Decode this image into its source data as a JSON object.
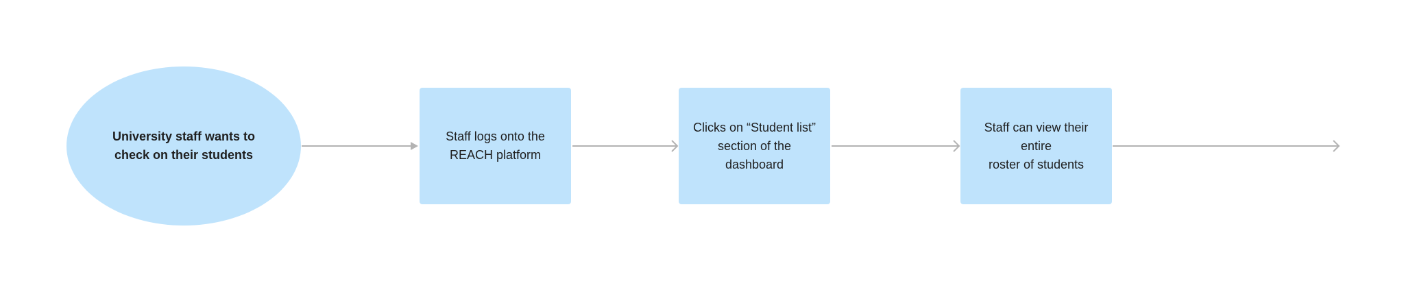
{
  "diagram": {
    "nodes": [
      {
        "id": "start",
        "shape": "ellipse",
        "label": "University staff wants to check on their students"
      },
      {
        "id": "login",
        "shape": "rectangle",
        "label": "Staff logs onto the REACH platform"
      },
      {
        "id": "student-list",
        "shape": "rectangle",
        "label": "Clicks on “Student list” section of the dashboard"
      },
      {
        "id": "roster",
        "shape": "rectangle",
        "label": "Staff can view their\nentire\nroster of students"
      }
    ],
    "edges": [
      {
        "from": "start",
        "to": "login"
      },
      {
        "from": "login",
        "to": "student-list"
      },
      {
        "from": "student-list",
        "to": "roster"
      },
      {
        "from": "roster",
        "to": ""
      }
    ],
    "colors": {
      "node_fill": "#bfe3fc",
      "connector": "#b3b3b3",
      "text": "#1e1e1e"
    }
  }
}
